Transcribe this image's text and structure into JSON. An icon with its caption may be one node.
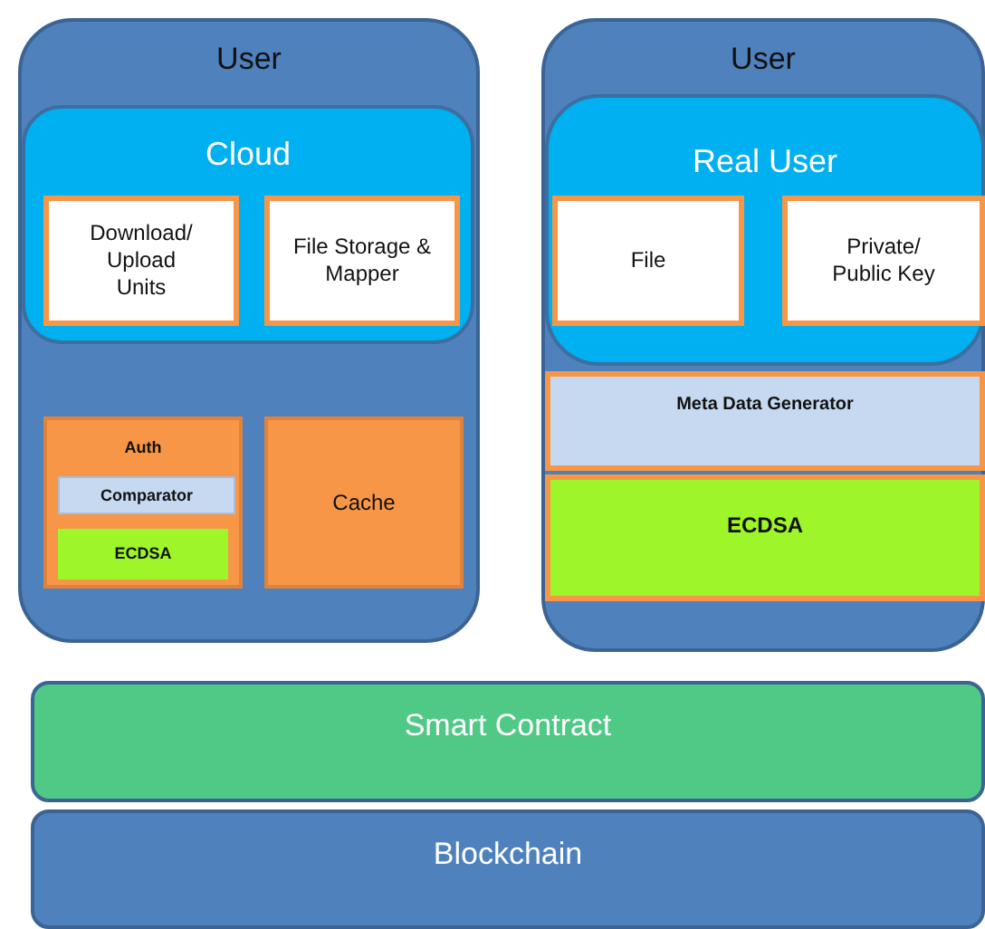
{
  "diagram": {
    "nodes": [
      {
        "text": [
          "User"
        ]
      },
      {
        "text": [
          "Cloud"
        ],
        "in": 0
      },
      {
        "text": [
          "Download/ Upload Units"
        ],
        "in": 1
      },
      {
        "text": [
          "File Storage & Mapper"
        ],
        "in": 1
      },
      {
        "text": [
          "Auth"
        ],
        "in": 0
      },
      {
        "text": [
          "Comparator"
        ],
        "in": 4
      },
      {
        "text": [
          "ECDSA"
        ],
        "in": 4
      },
      {
        "text": [
          "Cache"
        ],
        "in": 0
      },
      {
        "text": [
          "User"
        ]
      },
      {
        "text": [
          "Real User"
        ],
        "in": 8
      },
      {
        "text": [
          "File"
        ],
        "in": 9
      },
      {
        "text": [
          "Private/ Public Key"
        ],
        "in": 9
      },
      {
        "text": [
          "Meta Data Generator"
        ],
        "in": 8
      },
      {
        "text": [
          "ECDSA"
        ],
        "in": 8
      },
      {
        "text": [
          "Smart Contract"
        ]
      },
      {
        "text": [
          "Blockchain"
        ]
      }
    ]
  }
}
